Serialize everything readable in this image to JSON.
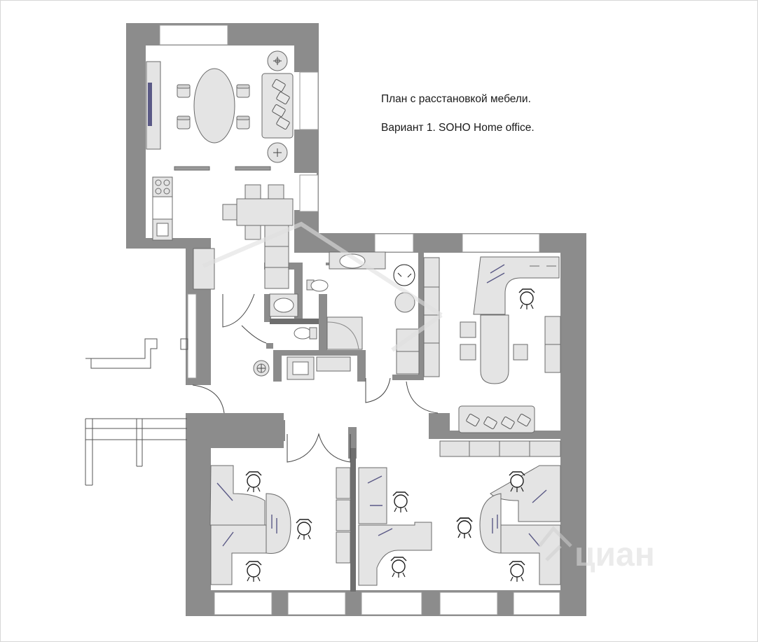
{
  "captions": {
    "line1": "План с расстановкой мебели.",
    "line2": "Вариант 1. SOHO Home office."
  },
  "watermark": {
    "text": "циан",
    "icon": "cian-logo-icon"
  },
  "colors": {
    "wall": "#8c8c8c",
    "wall_dark": "#6e6e6e",
    "furniture_fill": "#e4e4e4",
    "furniture_stroke": "#6a6a6a",
    "accent_line": "#5b5a86",
    "window": "#ffffff"
  }
}
